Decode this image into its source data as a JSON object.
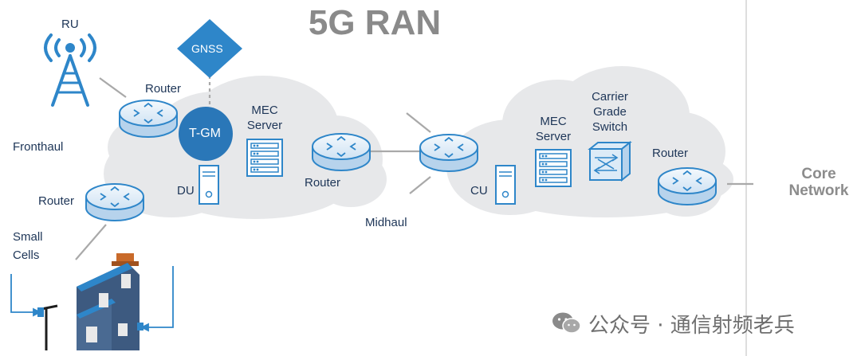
{
  "title": "5G RAN",
  "labels": {
    "ru": "RU",
    "gnss": "GNSS",
    "router_top": "Router",
    "tgm": "T-GM",
    "mec_left_1": "MEC",
    "mec_left_2": "Server",
    "fronthaul": "Fronthaul",
    "router_left": "Router",
    "du": "DU",
    "router_mid": "Router",
    "small_cells_1": "Small",
    "small_cells_2": "Cells",
    "midhaul": "Midhaul",
    "cu": "CU",
    "mec_right_1": "MEC",
    "mec_right_2": "Server",
    "carrier_1": "Carrier",
    "carrier_2": "Grade",
    "carrier_3": "Switch",
    "router_right": "Router",
    "core_1": "Core",
    "core_2": "Network"
  },
  "watermark": "公众号 · 通信射频老兵",
  "colors": {
    "cloud": "#e7e8ea",
    "device_blue": "#2e86c9",
    "device_light": "#dcebf7",
    "label_text": "#1d3557",
    "title_gray": "#8a8a8a",
    "line_gray": "#a9a9a9",
    "tgm_teal": "#2a77b8"
  }
}
